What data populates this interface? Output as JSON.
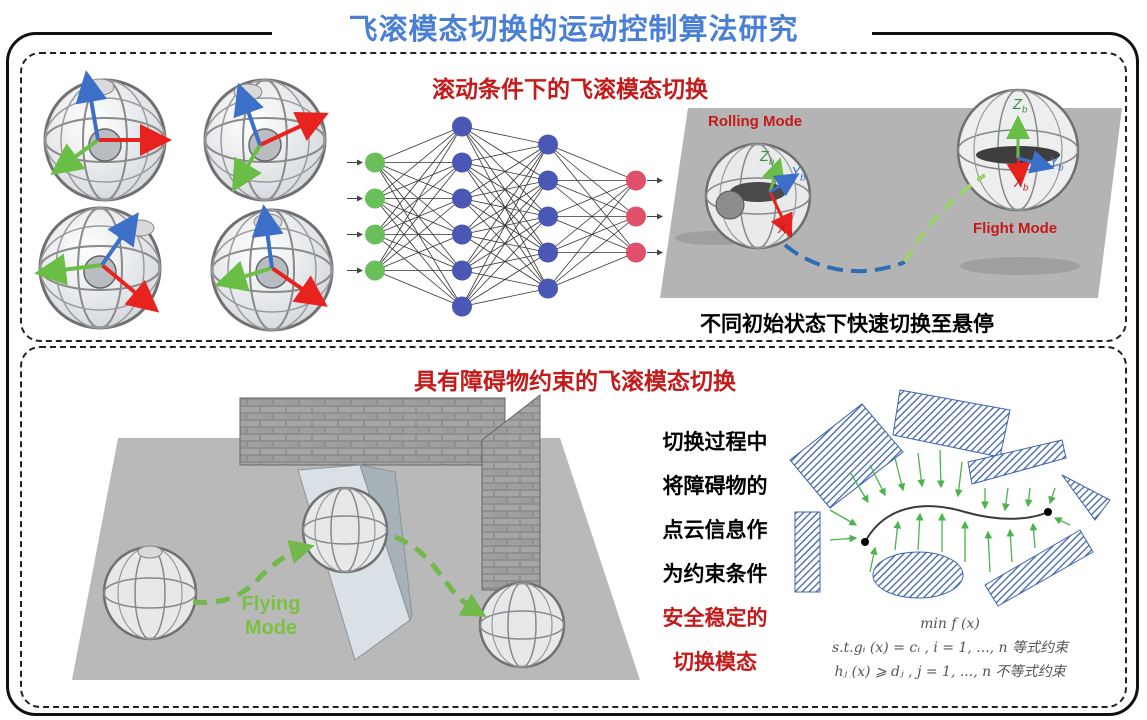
{
  "title": "飞滚模态切换的运动控制算法研究",
  "top_panel": {
    "heading": "滚动条件下的飞滚模态切换",
    "rolling_mode": "Rolling Mode",
    "flight_mode": "Flight Mode",
    "caption": "不同初始状态下快速切换至悬停",
    "axis_x": "X",
    "axis_y": "Y",
    "axis_z": "Z",
    "axis_sub": "b",
    "nn_layers": [
      4,
      6,
      5,
      3
    ],
    "colors": {
      "input": "#69c05a",
      "hidden": "#4a57b5",
      "output": "#e0506a"
    }
  },
  "bottom_panel": {
    "heading": "具有障碍物约束的飞滚模态切换",
    "flying_mode": [
      "Flying",
      "Mode"
    ],
    "desc_black": [
      "切换过程中",
      "将障碍物的",
      "点云信息作",
      "为约束条件"
    ],
    "desc_red": [
      "安全稳定的",
      "切换模态"
    ],
    "equations": {
      "objective": "min f (x)",
      "equality": "s.t.gᵢ (x) = cᵢ , i = 1, ..., n 等式约束",
      "inequality": "hⱼ (x) ⩾ dⱼ , j = 1, ..., n 不等式约束"
    }
  }
}
